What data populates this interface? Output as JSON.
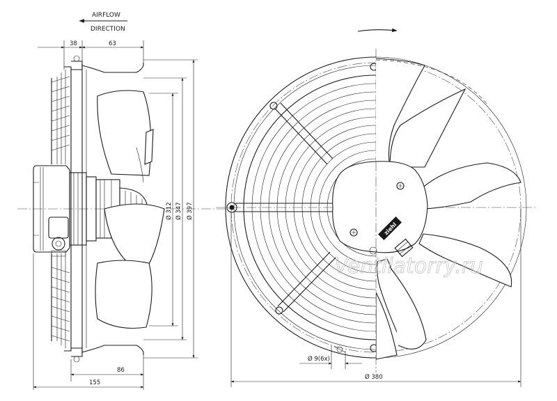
{
  "airflow": {
    "line1": "AIRFLOW",
    "line2": "DIRECTION"
  },
  "dimensions": {
    "d38": "38",
    "d63": "63",
    "d86": "86",
    "d155": "155",
    "dia312": "Ø 312",
    "dia347": "Ø 347",
    "dia397": "Ø 397",
    "dia380": "Ø 380",
    "holes": "Ø 9(6x)"
  },
  "brand_label": "ziehl",
  "watermark": "Ventilatorry.ru"
}
